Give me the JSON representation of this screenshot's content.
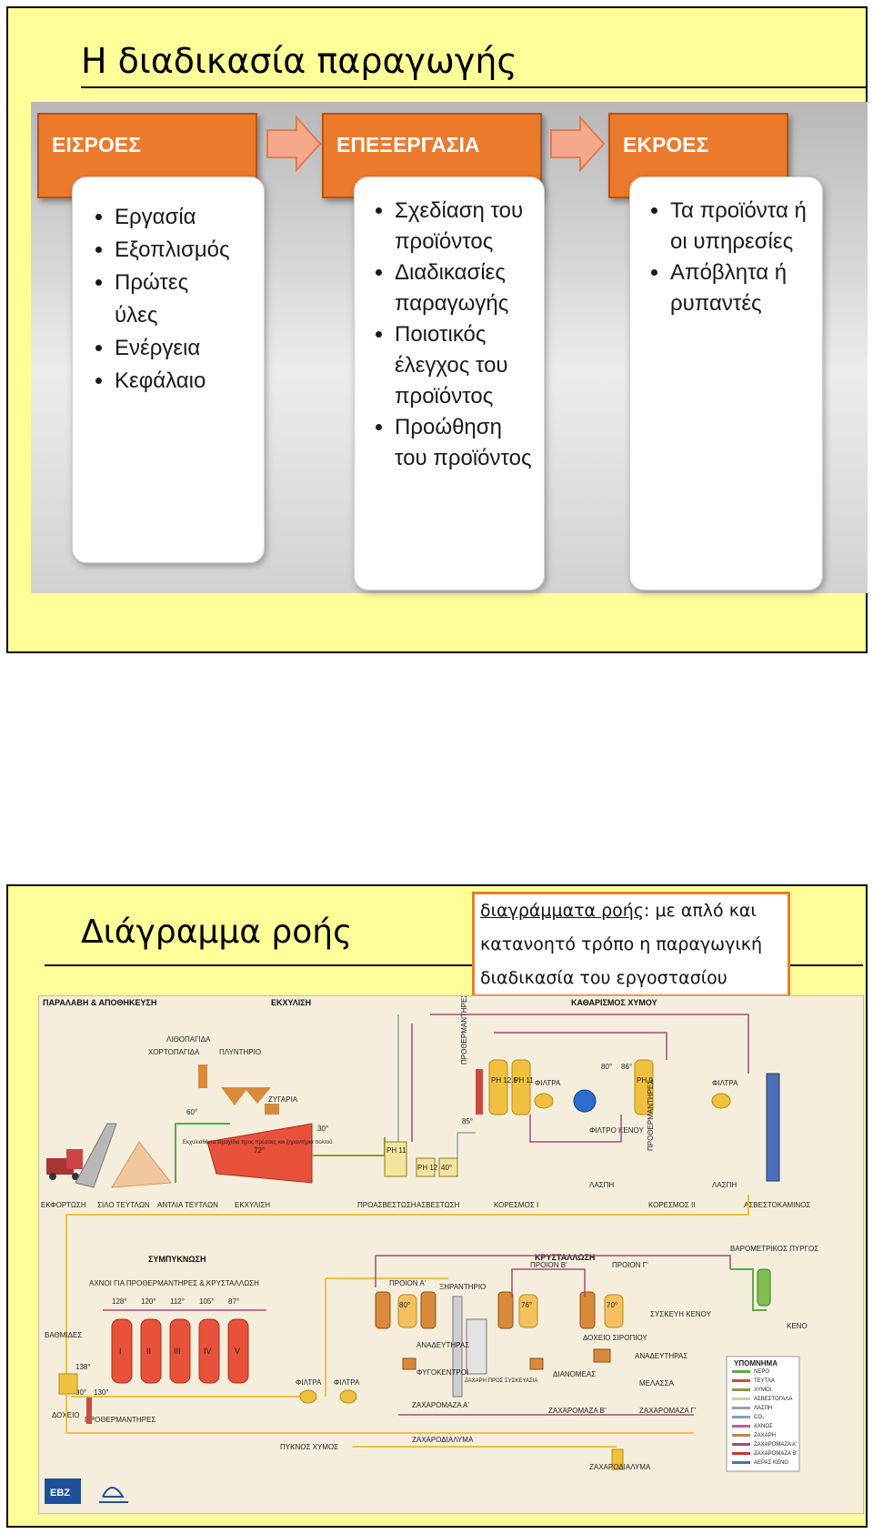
{
  "slide1": {
    "title": "Η διαδικασία παραγωγής",
    "columns": [
      {
        "header": "ΕΙΣΡΟΕΣ",
        "items": [
          "Εργασία",
          "Εξοπλισμός",
          "Πρώτες ύλες",
          "Ενέργεια",
          "Κεφάλαιο"
        ]
      },
      {
        "header": "ΕΠΕΞΕΡΓΑΣΙΑ",
        "items": [
          "Σχεδίαση του προϊόντος",
          "Διαδικασίες παραγωγής",
          "Ποιοτικός έλεγχος του προϊόντος",
          "Προώθηση του προϊόντος"
        ]
      },
      {
        "header": "ΕΚΡΟΕΣ",
        "items": [
          "Τα προϊόντα ή οι υπηρεσίες",
          "Απόβλητα ή ρυπαντές"
        ]
      }
    ],
    "colors": {
      "header": "#ec7a2c",
      "arrow": "#f5a98a",
      "slide_bg": "#ffff99"
    }
  },
  "slide2": {
    "title": "Διάγραμμα ροής",
    "definition": {
      "term": "διαγράμματα ροής",
      "line1_rest": ": με απλό και",
      "line2": "κατανοητό τρόπο η παραγωγική",
      "line3": "διαδικασία του εργοστασίου"
    },
    "diagram": {
      "section_labels": [
        "ΠΑΡΑΛΑΒΗ & ΑΠΟΘΗΚΕΥΣΗ",
        "ΕΚΧΥΛΙΣΗ",
        "ΚΑΘΑΡΙΣΜΟΣ ΧΥΜΟΥ",
        "ΣΥΜΠΥΚΝΩΣΗ",
        "ΚΡΥΣΤΑΛΛΩΣΗ"
      ],
      "top_labels": [
        "ΛΙΘΟΠΑΓΙΔΑ",
        "ΧΟΡΤΟΠΑΓΙΔΑ",
        "ΠΛΥΝΤΗΡΙΟ",
        "ΖΥΓΑΡΙΑ",
        "ΠΡΟΘΕΡΜΑΝΤΗΡΕΣ",
        "ΦΙΛΤΡΑ",
        "ΦΙΛΤΡΑ",
        "ΦΙΛΤΡΟ ΚΕΝΟΥ",
        "ΠΡΟΘΕΡΜΑΝΤΗΡΕΣ"
      ],
      "top_bottom_labels": [
        "ΕΚΦΟΡΤΩΣΗ",
        "ΣΙΛΟ ΤΕΥΤΛΩΝ",
        "ΑΝΤΛΙΑ ΤΕΥΤΛΩΝ",
        "ΕΚΧΥΛΙΣΗ",
        "ΠΡΟΑΣΒΕΣΤΩΣΗ",
        "ΑΣΒΕΣΤΩΣΗ",
        "ΚΟΡΕΣΜΟΣ Ι",
        "ΛΑΣΠΗ",
        "ΚΟΡΕΣΜΟΣ ΙΙ",
        "ΛΑΣΠΗ",
        "ΑΣΒΕΣΤΟΚΑΜΙΝΟΣ"
      ],
      "temps_top": [
        "60°",
        "72°",
        "30°",
        "85°",
        "80°",
        "86°"
      ],
      "ph_labels": [
        "PH 12.5",
        "PH 11",
        "PH 9",
        "PH 11",
        "PH 12",
        "40°"
      ],
      "note": "Εκχυλισθέντα τεμαχίδια προς πρέσσες και ξηραντήρια πολτού",
      "evaporators": [
        "I",
        "II",
        "III",
        "IV",
        "V"
      ],
      "evap_temps": [
        "128°",
        "120°",
        "112°",
        "105°",
        "87°"
      ],
      "evap_labels": [
        "ΑΧΝΟΙ ΓΙΑ ΠΡΟΘΕΡΜΑΝΤΗΡΕΣ & ΚΡΥΣΤΑΛΛΩΣΗ",
        "ΒΑΘΜΙΔΕΣ",
        "ΔΟΧΕΙΟ",
        "ΠΡΟΘΕΡΜΑΝΤΗΡΕΣ",
        "ΦΙΛΤΡΑ",
        "ΦΙΛΤΡΑ",
        "ΠΥΚΝΟΣ ΧΥΜΟΣ"
      ],
      "cryst_labels": [
        "ΠΡΟΙΟΝ Α'",
        "ΠΡΟΙΟΝ Β'",
        "ΠΡΟΙΟΝ Γ'",
        "ΞΗΡΑΝΤΗΡΙΟ",
        "ΑΝΑΔΕΥΤΗΡΑΣ",
        "ΦΥΓΟΚΕΝΤΡΟΙ",
        "ΖΑΧΑΡΗ ΠΡΟΣ ΣΥΣΚΕΥΑΣΙΑ",
        "ΖΑΧΑΡΟΜΑΖΑ Α'",
        "ΖΑΧΑΡΟΜΑΖΑ Β'",
        "ΖΑΧΑΡΟΜΑΖΑ Γ'",
        "ΖΑΧΑΡΟΔΙΑΛΥΜΑ",
        "ΖΑΧΑΡΟΔΙΑΛΥΜΑ",
        "ΜΕΛΑΣΣΑ",
        "ΔΙΑΝΟΜΕΑΣ",
        "ΑΝΑΔΕΥΤΗΡΑΣ",
        "ΔΟΧΕΙΟ ΣΙΡΟΠΙΟΥ",
        "ΣΥΣΚΕΥΗ ΚΕΝΟΥ",
        "ΒΑΡΟΜΕΤΡΙΚΟΣ ΠΥΡΓΟΣ",
        "ΚΕΝΟ"
      ],
      "cryst_temps": [
        "80°",
        "76°",
        "70°"
      ],
      "small_temps": [
        "138°",
        "80°",
        "130°"
      ],
      "legend_title": "ΥΠΟΜΝΗΜΑ",
      "legend": [
        {
          "label": "ΝΕΡΟ",
          "color": "#5ca94a"
        },
        {
          "label": "ΤΕΥΤΛΑ",
          "color": "#c94b3d"
        },
        {
          "label": "ΧΥΜΟΙ",
          "color": "#8d9a3a"
        },
        {
          "label": "ΑΣΒΕΣΤΟΓΑΛΑ",
          "color": "#d7c9a4"
        },
        {
          "label": "ΛΑΣΠΗ",
          "color": "#9aa1a8"
        },
        {
          "label": "CO₂",
          "color": "#7fa0c8"
        },
        {
          "label": "ΑΧΝΟΣ",
          "color": "#c05a9a"
        },
        {
          "label": "ΖΑΧΑΡΗ",
          "color": "#b08a55"
        },
        {
          "label": "ΖΑΧΑΡΟΜΑΖΑ Α'",
          "color": "#a34b76"
        },
        {
          "label": "ΖΑΧΑΡΟΜΑΖΑ Β'",
          "color": "#c0392b"
        },
        {
          "label": "ΑΕΡΑΣ ΚΕΝΟ",
          "color": "#4d6fb5"
        }
      ],
      "logo_text": "EBZ"
    }
  }
}
